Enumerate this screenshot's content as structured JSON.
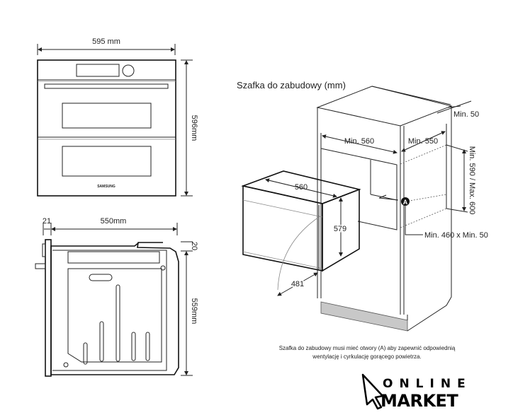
{
  "front_view": {
    "width_label": "595 mm",
    "height_label": "596mm",
    "brand": "SAMSUNG"
  },
  "side_view": {
    "door_label": "21",
    "depth_label": "550mm",
    "top_gap_label": "20",
    "height_label": "559mm"
  },
  "cabinet": {
    "title": "Szafka do zabudowy (mm)",
    "min_width": "Min. 560",
    "min_depth": "Min. 550",
    "min_back_gap": "Min. 50",
    "height_range": "Min. 590 / Max. 600",
    "vent_label": "Min. 460 x Min. 50",
    "vent_marker": "A",
    "oven_width": "560",
    "oven_height": "579",
    "door_swing": "481",
    "note_line1": "Szafka do zabudowy musi mieć otwory (A) aby zapewnić odpowiednią",
    "note_line2": "wentylację i cyrkulację gorącego powietrza."
  },
  "logo": {
    "line1": "ONLINE",
    "line2": "MARKET"
  }
}
